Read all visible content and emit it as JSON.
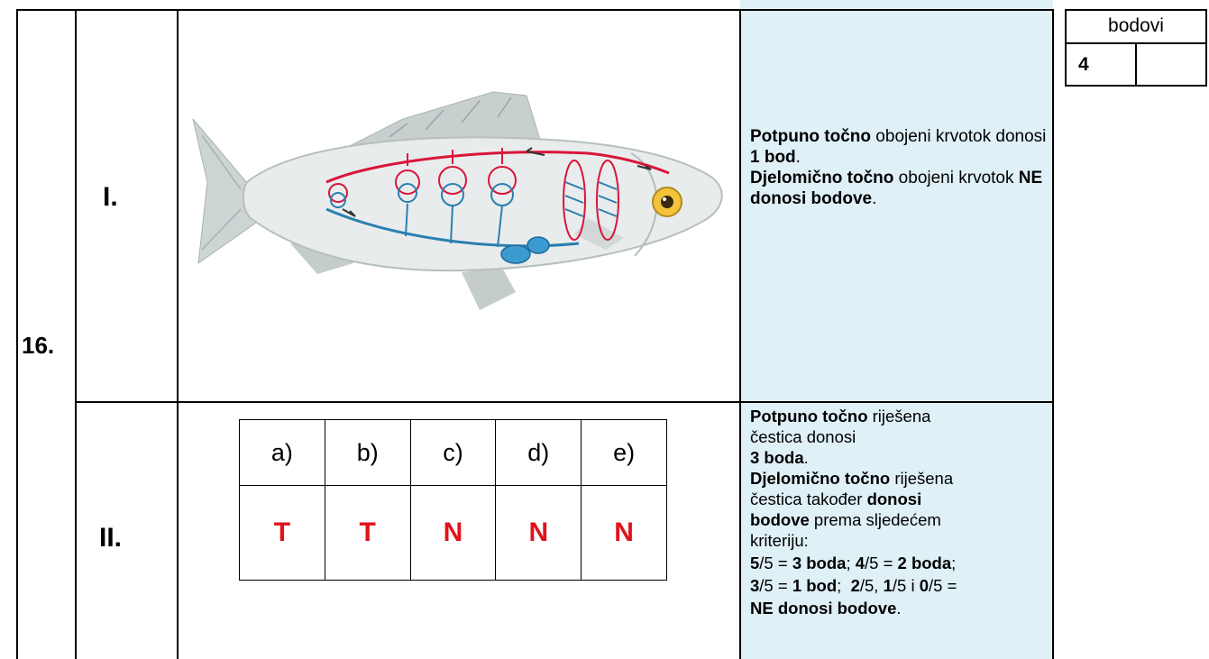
{
  "question": {
    "number": "16.",
    "points_header": "bodovi",
    "points_value": "4",
    "points_awarded": ""
  },
  "part1": {
    "label": "I.",
    "criteria": [
      [
        {
          "t": "Potpuno točno",
          "b": true
        },
        {
          "t": " obojeni krvotok donosi ",
          "b": false
        },
        {
          "t": "1 bod",
          "b": true
        },
        {
          "t": ".",
          "b": false
        }
      ],
      [
        {
          "t": "Djelomično točno",
          "b": true
        },
        {
          "t": " obojeni krvotok ",
          "b": false
        },
        {
          "t": "NE donosi bodove",
          "b": true
        },
        {
          "t": ".",
          "b": false
        }
      ]
    ]
  },
  "part2": {
    "label": "II.",
    "answer_labels": [
      "a)",
      "b)",
      "c)",
      "d)",
      "e)"
    ],
    "answer_values": [
      "T",
      "T",
      "N",
      "N",
      "N"
    ],
    "criteria_lines": [
      [
        {
          "t": "Potpuno točno",
          "b": true
        },
        {
          "t": " riješena",
          "b": false
        }
      ],
      [
        {
          "t": "čestica donosi",
          "b": false
        }
      ],
      [
        {
          "t": "3 boda",
          "b": true
        },
        {
          "t": ".",
          "b": false
        }
      ],
      [
        {
          "t": "Djelomično točno",
          "b": true
        },
        {
          "t": " riješena",
          "b": false
        }
      ],
      [
        {
          "t": "čestica također ",
          "b": false
        },
        {
          "t": "donosi",
          "b": true
        }
      ],
      [
        {
          "t": "bodove",
          "b": true
        },
        {
          "t": " prema sljedećem",
          "b": false
        }
      ],
      [
        {
          "t": "kriteriju:",
          "b": false
        }
      ],
      [
        {
          "t": "5",
          "b": true
        },
        {
          "t": "/5 = ",
          "b": false
        },
        {
          "t": "3 boda",
          "b": true
        },
        {
          "t": "; ",
          "b": false
        },
        {
          "t": "4",
          "b": true
        },
        {
          "t": "/5 = ",
          "b": false
        },
        {
          "t": "2 boda",
          "b": true
        },
        {
          "t": ";",
          "b": false
        }
      ],
      [
        {
          "t": "3",
          "b": true
        },
        {
          "t": "/5 = ",
          "b": false
        },
        {
          "t": "1 bod",
          "b": true
        },
        {
          "t": ";  ",
          "b": false
        },
        {
          "t": "2",
          "b": true
        },
        {
          "t": "/5, ",
          "b": false
        },
        {
          "t": "1",
          "b": true
        },
        {
          "t": "/5 i ",
          "b": false
        },
        {
          "t": "0",
          "b": true
        },
        {
          "t": "/5 =",
          "b": false
        }
      ],
      [
        {
          "t": "NE donosi bodove",
          "b": true
        },
        {
          "t": ".",
          "b": false
        }
      ]
    ]
  },
  "colors": {
    "shade": "#dff0f6",
    "answer_red": "#e0131c",
    "artery_red": "#d8163a",
    "vein_blue": "#2a7fb0"
  },
  "image": {
    "subject": "fish-circulatory-system-illustration"
  }
}
